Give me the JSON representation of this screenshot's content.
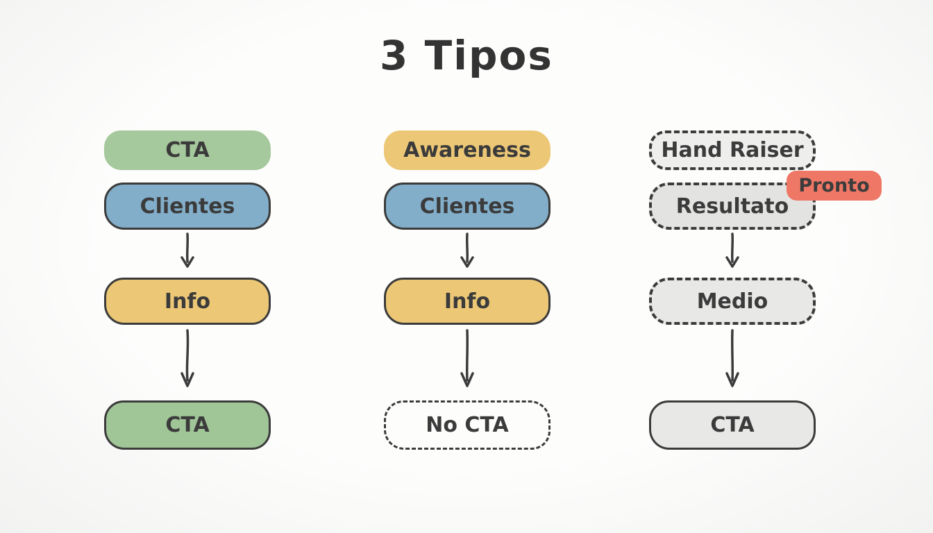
{
  "title": "3 Tipos",
  "columns": [
    {
      "name": "funnel-type-1",
      "boxes": [
        {
          "label": "CTA"
        },
        {
          "label": "Clientes"
        },
        {
          "label": "Info"
        },
        {
          "label": "CTA"
        }
      ]
    },
    {
      "name": "funnel-type-2",
      "boxes": [
        {
          "label": "Awareness"
        },
        {
          "label": "Clientes"
        },
        {
          "label": "Info"
        },
        {
          "label": "No CTA"
        }
      ]
    },
    {
      "name": "funnel-type-3",
      "boxes": [
        {
          "label": "Hand Raiser"
        },
        {
          "label": "Resultato"
        },
        {
          "label": "Medio"
        },
        {
          "label": "CTA"
        }
      ],
      "badge": {
        "label": "Pronto"
      }
    }
  ],
  "colors": {
    "green": "#a5c89c",
    "blue": "#82aeca",
    "yellow": "#ecc876",
    "gray_light": "#eeeeed",
    "gray_mid": "#e3e3e2",
    "badge_red": "#ee7765",
    "ink": "#3b3b3b",
    "background": "#fdfdfc"
  }
}
